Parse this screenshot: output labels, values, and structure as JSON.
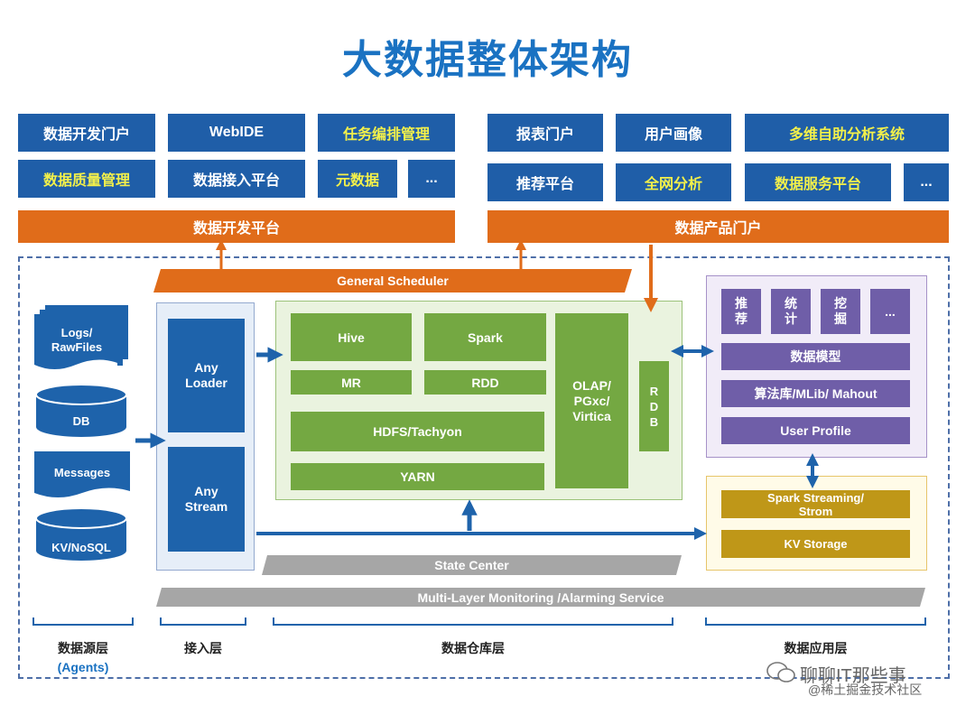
{
  "title": "大数据整体架构",
  "dev_portal": {
    "row1": [
      "数据开发门户",
      "WebIDE",
      "任务编排管理"
    ],
    "row2": [
      "数据质量管理",
      "数据接入平台",
      "元数据",
      "..."
    ],
    "platform": "数据开发平台"
  },
  "product_portal": {
    "row1": [
      "报表门户",
      "用户画像",
      "多维自助分析系统"
    ],
    "row2": [
      "推荐平台",
      "全网分析",
      "数据服务平台",
      "..."
    ],
    "platform": "数据产品门户"
  },
  "scheduler": "General Scheduler",
  "sources": {
    "logs": "Logs/\nRawFiles",
    "db": "DB",
    "messages": "Messages",
    "kv": "KV/NoSQL"
  },
  "access": {
    "loader": "Any\nLoader",
    "stream": "Any\nStream"
  },
  "warehouse": {
    "hive": "Hive",
    "spark": "Spark",
    "mr": "MR",
    "rdd": "RDD",
    "hdfs": "HDFS/Tachyon",
    "yarn": "YARN",
    "olap": "OLAP/\nPGxc/\nVirtica",
    "rdb": "R\nD\nB"
  },
  "app": {
    "tiles": [
      "推\n荐",
      "统\n计",
      "挖\n掘",
      "..."
    ],
    "model": "数据模型",
    "algo": "算法库/MLib/ Mahout",
    "profile": "User Profile",
    "streaming": "Spark Streaming/\nStrom",
    "kv_storage": "KV Storage"
  },
  "state_center": "State Center",
  "monitoring": "Multi-Layer Monitoring /Alarming Service",
  "layers": {
    "source": "数据源层",
    "source_sub": "(Agents)",
    "access": "接入层",
    "warehouse": "数据仓库层",
    "app": "数据应用层"
  },
  "watermark": {
    "line1": "聊聊IT那些事",
    "line2": "@稀土掘金技术社区"
  },
  "colors": {
    "title": "#1a72c2",
    "portal_blue": "#1f5ea8",
    "highlight_yellow": "#f3f04a",
    "orange": "#e06c1a",
    "green": "#74a842",
    "purple": "#6f5ea8",
    "gold": "#bf9718",
    "gray": "#a6a6a6"
  }
}
